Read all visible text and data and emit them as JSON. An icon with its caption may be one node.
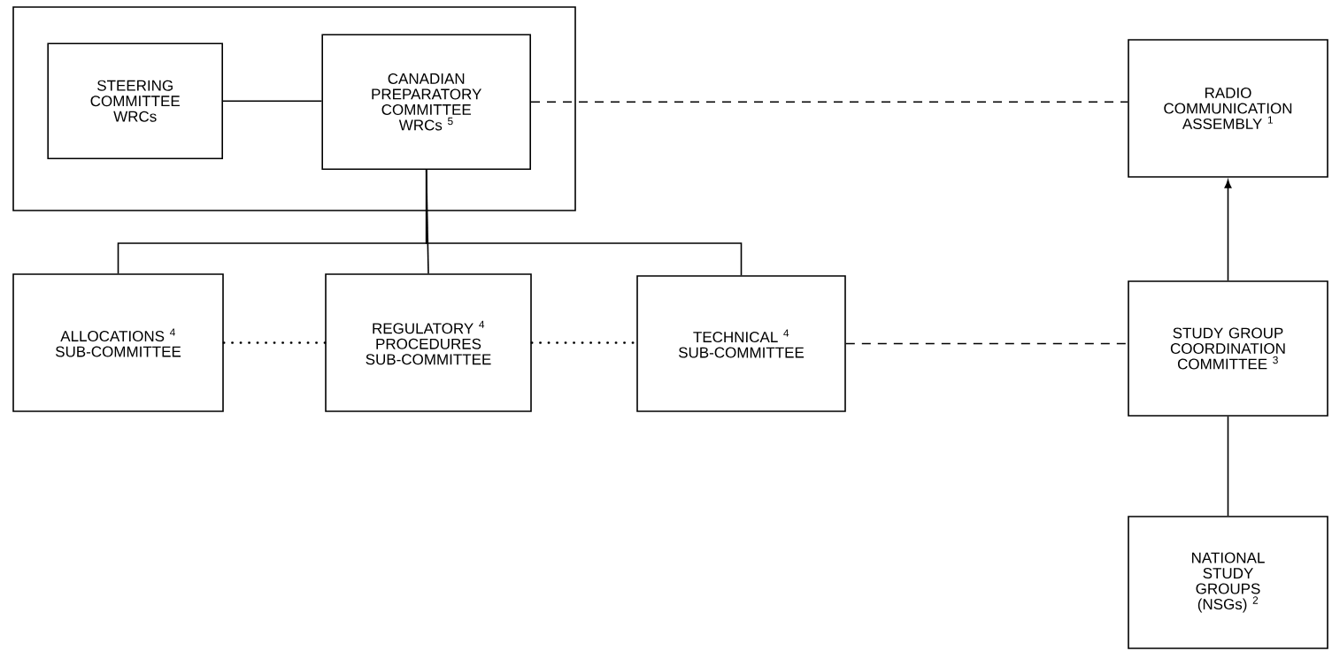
{
  "diagram": {
    "nodes": [
      {
        "text": [],
        "shape": "box"
      },
      {
        "text": [
          "STEERING COMMITTEE WRCs"
        ],
        "in": 0
      },
      {
        "text": [
          "CANADIAN PREPARATORY COMMITTEE WRCs $^{5}$"
        ],
        "in": 0
      },
      {
        "text": [
          "RADIO COMMUNICATION ASSEMBLY $^{1}$"
        ]
      },
      {
        "text": [
          "ALLOCATIONS $^{4}$ SUB-COMMITTEE"
        ]
      },
      {
        "text": [
          "REGULATORY $^{4}$ PROCEDURES SUB-COMMITTEE"
        ]
      },
      {
        "text": [
          "TECHNICAL $^{4}$ SUB-COMMITTEE"
        ]
      },
      {
        "text": [
          "STUDY GROUP COORDINATION COMMITTEE $^{3}$"
        ]
      },
      {
        "text": [
          "NATIONAL STUDY GROUPS (NSGs) $^{2}$"
        ]
      }
    ],
    "edges": [
      {
        "from": 1,
        "to": 2,
        "arrow": "none"
      },
      {
        "from": 2,
        "to": 3,
        "arrow": "none",
        "style": "dashed"
      },
      {
        "from": 2,
        "to": 4,
        "arrow": "none"
      },
      {
        "from": 2,
        "to": 5,
        "arrow": "none"
      },
      {
        "from": 2,
        "to": 6,
        "arrow": "none"
      },
      {
        "from": 4,
        "to": 5,
        "arrow": "none",
        "style": "dashed"
      },
      {
        "from": 5,
        "to": 6,
        "arrow": "none",
        "style": "dashed"
      },
      {
        "from": 6,
        "to": 7,
        "arrow": "none",
        "style": "dashed"
      },
      {
        "from": 7,
        "to": 3,
        "arrow": "to"
      },
      {
        "from": 8,
        "to": 7,
        "arrow": "none"
      }
    ]
  }
}
